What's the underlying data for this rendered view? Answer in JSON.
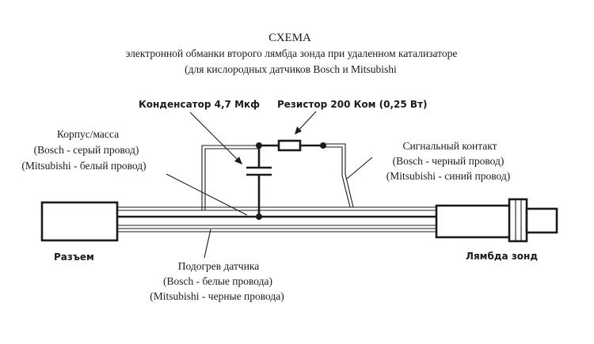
{
  "title": "СХЕМА",
  "subtitle_1": "электронной обманки второго лямбда зонда при удаленном катализаторе",
  "subtitle_2": "(для кислородных датчиков Bosch и Mitsubishi",
  "components": {
    "capacitor": "Конденсатор 4,7 Мкф",
    "resistor": "Резистор 200 Ком (0,25 Вт)"
  },
  "labels": {
    "ground": {
      "line1": "Корпус/масса",
      "line2": "(Bosch - серый провод)",
      "line3": "(Mitsubishi - белый провод)"
    },
    "signal": {
      "line1": "Сигнальный контакт",
      "line2": "(Bosch - черный провод)",
      "line3": "(Mitsubishi - синий провод)"
    },
    "heater": {
      "line1": "Подогрев датчика",
      "line2": "(Bosch - белые провода)",
      "line3": "(Mitsubishi - черные провода)"
    },
    "connector": "Разъем",
    "sensor": "Лямбда зонд"
  }
}
